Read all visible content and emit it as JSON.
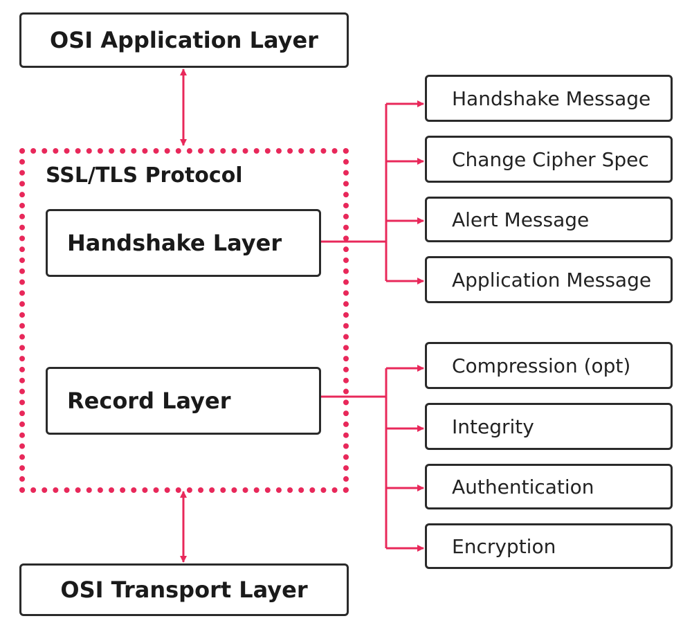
{
  "diagram": {
    "accent_color": "#e8285a",
    "app_layer": "OSI Application Layer",
    "transport_layer": "OSI Transport Layer",
    "protocol_label": "SSL/TLS Protocol",
    "handshake_layer": "Handshake Layer",
    "record_layer": "Record Layer",
    "handshake_items": [
      "Handshake Message",
      "Change Cipher Spec",
      "Alert Message",
      "Application Message"
    ],
    "record_items": [
      "Compression (opt)",
      "Integrity",
      "Authentication",
      "Encryption"
    ]
  }
}
